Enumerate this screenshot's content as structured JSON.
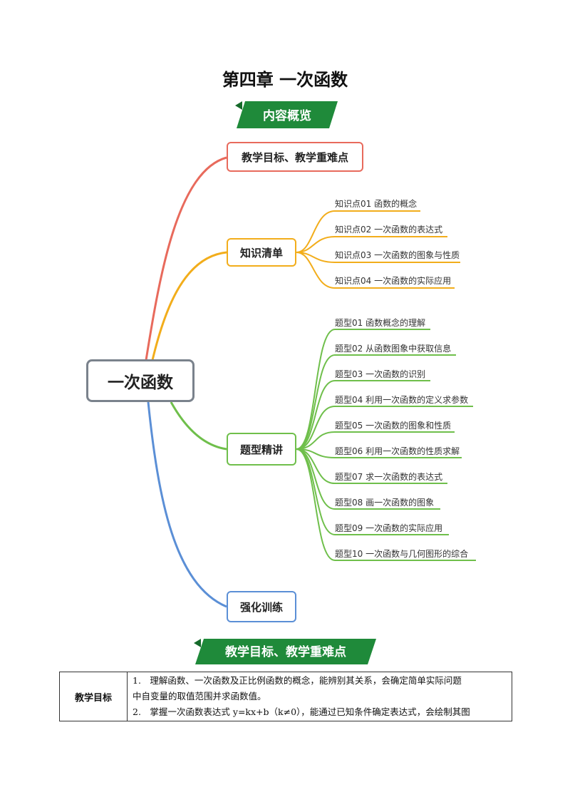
{
  "page_title": "第四章 一次函数",
  "banner_overview": "内容概览",
  "mindmap": {
    "center": "一次函数",
    "branches": {
      "goals": "教学目标、教学重难点",
      "knowledge": "知识清单",
      "types": "题型精讲",
      "practice": "强化训练"
    },
    "knowledge_items": [
      "知识点01 函数的概念",
      "知识点02 一次函数的表达式",
      "知识点03 一次函数的图象与性质",
      "知识点04 一次函数的实际应用"
    ],
    "type_items": [
      "题型01 函数概念的理解",
      "题型02 从函数图象中获取信息",
      "题型03 一次函数的识别",
      "题型04 利用一次函数的定义求参数",
      "题型05 一次函数的图象和性质",
      "题型06 利用一次函数的性质求解",
      "题型07 求一次函数的表达式",
      "题型08 画一次函数的图象",
      "题型09 一次函数的实际应用",
      "题型10 一次函数与几何图形的综合"
    ],
    "colors": {
      "goals": "#e86a5c",
      "knowledge": "#f2ad1b",
      "types": "#6fbf4b",
      "practice": "#5b8fd6",
      "banner": "#1f8a3a"
    }
  },
  "banner_goals": "教学目标、教学重难点",
  "table": {
    "header": "教学目标",
    "lines": [
      "1.　理解函数、一次函数及正比例函数的概念，能辨别其关系，会确定简单实际问题",
      "中自变量的取值范围并求函数值。",
      "2.　掌握一次函数表达式 y=kx+b（k≠0），能通过已知条件确定表达式，会绘制其图"
    ]
  }
}
